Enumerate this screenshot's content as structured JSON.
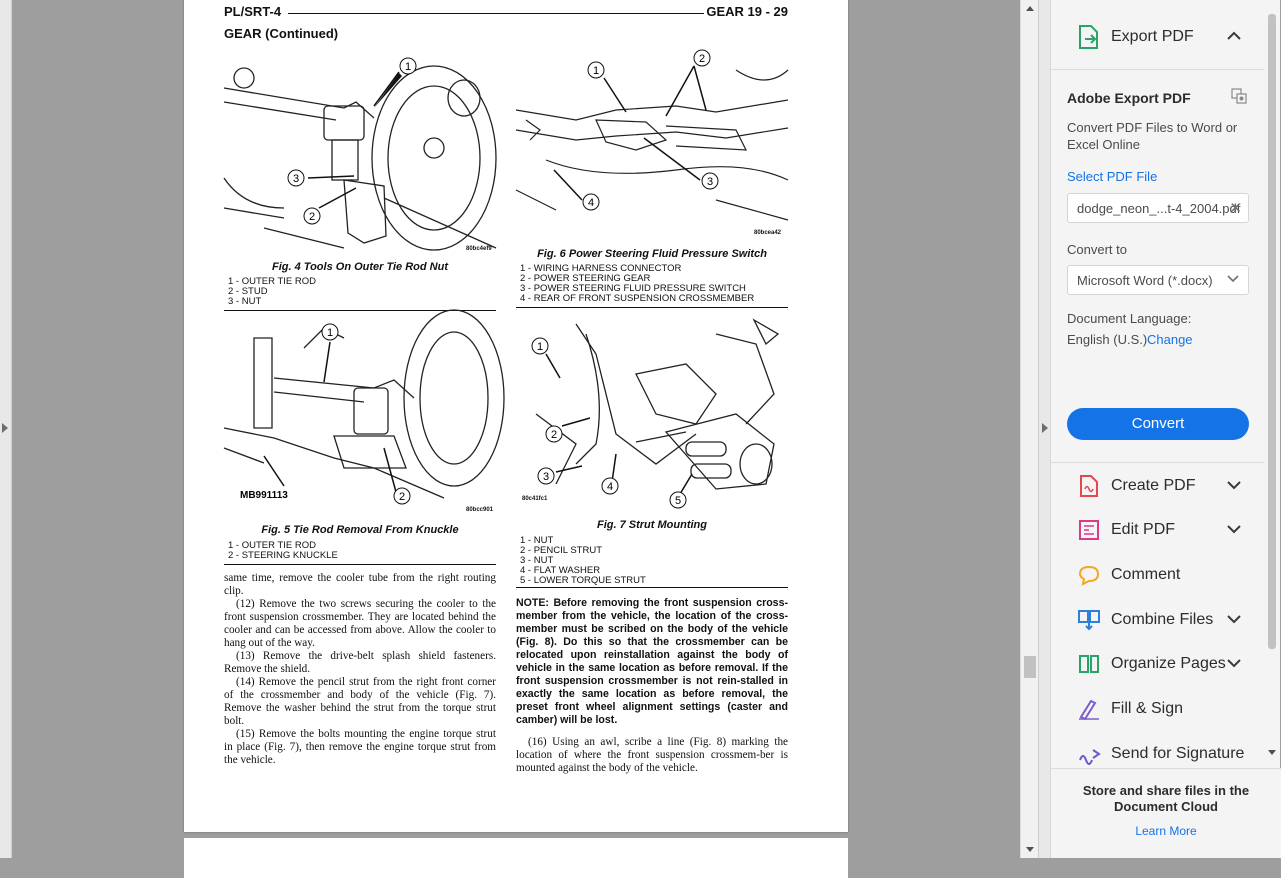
{
  "document": {
    "header_left": "PL/SRT-4",
    "header_right": "GEAR   19 - 29",
    "section_title": "GEAR (Continued)",
    "figures": [
      {
        "caption": "Fig. 4 Tools On Outer Tie Rod Nut",
        "code": "80bc4ef9",
        "legend": [
          "1 - OUTER TIE ROD",
          "2 - STUD",
          "3 - NUT"
        ],
        "callouts": [
          "1",
          "2",
          "3"
        ]
      },
      {
        "caption": "Fig. 6 Power Steering Fluid Pressure Switch",
        "code": "80bcea42",
        "legend": [
          "1 - WIRING HARNESS CONNECTOR",
          "2 - POWER STEERING GEAR",
          "3 - POWER STEERING FLUID PRESSURE SWITCH",
          "4 - REAR OF FRONT SUSPENSION CROSSMEMBER"
        ],
        "callouts": [
          "1",
          "2",
          "3",
          "4"
        ]
      },
      {
        "caption": "Fig. 5 Tie Rod Removal From Knuckle",
        "code": "80bcc901",
        "tool_label": "MB991113",
        "legend": [
          "1 - OUTER TIE ROD",
          "2 - STEERING KNUCKLE"
        ],
        "callouts": [
          "1",
          "2"
        ]
      },
      {
        "caption": "Fig. 7 Strut Mounting",
        "code": "80c41fc1",
        "legend": [
          "1 - NUT",
          "2 - PENCIL STRUT",
          "3 - NUT",
          "4 - FLAT WASHER",
          "5 - LOWER TORQUE STRUT"
        ],
        "callouts": [
          "1",
          "2",
          "3",
          "4",
          "5"
        ]
      }
    ],
    "left_column": [
      "same time, remove the cooler tube from the right routing clip.",
      "(12) Remove the two screws securing the cooler to the front suspension crossmember. They are located behind the cooler and can be accessed from above. Allow the cooler to hang out of the way.",
      "(13) Remove the drive-belt splash shield fasteners. Remove the shield.",
      "(14) Remove the pencil strut from the right front corner of the crossmember and body of the vehicle (Fig. 7). Remove the washer behind the strut from the torque strut bolt.",
      "(15) Remove the bolts mounting the engine torque strut in place (Fig. 7), then remove the engine torque strut from the vehicle."
    ],
    "note": "NOTE: Before removing the front suspension cross-member from the vehicle, the location of the cross-member must be scribed on the body of the vehicle (Fig. 8). Do this so that the crossmember can be relocated upon reinstallation against the body of vehicle in the same location as before removal. If the front suspension crossmember is not rein-stalled in exactly the same location as before removal, the preset front wheel alignment settings (caster and camber) will be lost.",
    "step16": "(16) Using an awl, scribe a line (Fig. 8) marking the location of where the front suspension crossmem-ber is mounted against the body of the vehicle."
  },
  "tools_pane": {
    "header_title": "Export PDF",
    "header_icon": "export-pdf-icon",
    "section_title": "Adobe Export PDF",
    "description": "Convert PDF Files to Word or Excel Online",
    "select_file_label": "Select PDF File",
    "file_name": "dodge_neon_...t-4_2004.pdf",
    "convert_to_label": "Convert to",
    "convert_to_value": "Microsoft Word (*.docx)",
    "doc_language_label": "Document Language:",
    "doc_language_value": "English (U.S.)",
    "change_link": "Change",
    "convert_button": "Convert",
    "tools": [
      {
        "label": "Create PDF",
        "icon": "create-pdf-icon",
        "color": "#e34850",
        "chevron": true
      },
      {
        "label": "Edit PDF",
        "icon": "edit-pdf-icon",
        "color": "#d93b8a",
        "chevron": true
      },
      {
        "label": "Comment",
        "icon": "comment-icon",
        "color": "#f5a623",
        "chevron": false
      },
      {
        "label": "Combine Files",
        "icon": "combine-files-icon",
        "color": "#2d7fd8",
        "chevron": true
      },
      {
        "label": "Organize Pages",
        "icon": "organize-pages-icon",
        "color": "#2aa36b",
        "chevron": true
      },
      {
        "label": "Fill & Sign",
        "icon": "fill-sign-icon",
        "color": "#7b5ccc",
        "chevron": false
      },
      {
        "label": "Send for Signature",
        "icon": "send-signature-icon",
        "color": "#6a5acd",
        "chevron": false
      }
    ],
    "footer_text": "Store and share files in the Document Cloud",
    "footer_link": "Learn More"
  },
  "colors": {
    "accent": "#1473e6",
    "pane_bg": "#f4f4f4",
    "viewer_bg": "#9e9e9e"
  }
}
